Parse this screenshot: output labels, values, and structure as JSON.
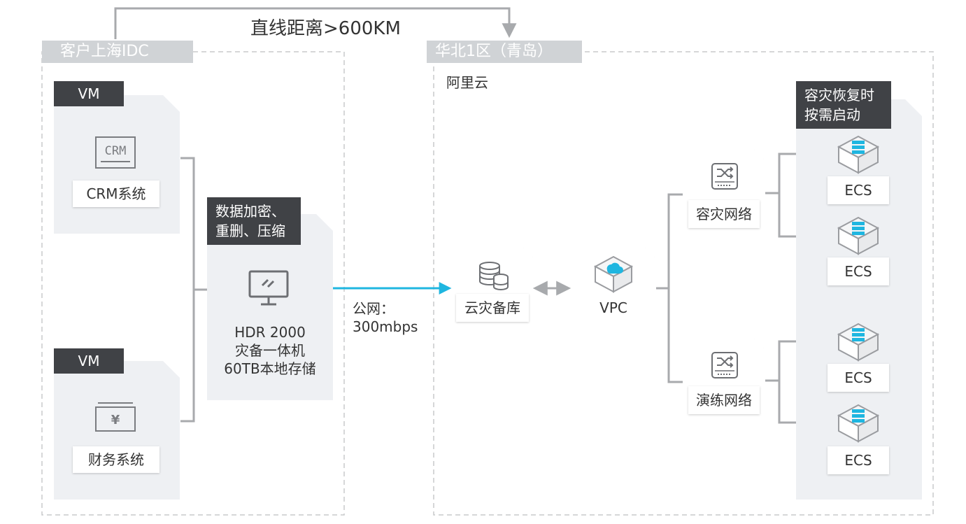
{
  "top_link": {
    "distance_label": "直线距离>600KM"
  },
  "zones": {
    "customer": {
      "title": "客户上海IDC"
    },
    "cloud": {
      "title": "华北1区（青岛）",
      "provider": "阿里云"
    }
  },
  "customer_vms": [
    {
      "tag": "VM",
      "icon_text": "CRM",
      "label": "CRM系统"
    },
    {
      "tag": "VM",
      "icon_text": "¥",
      "label": "财务系统"
    }
  ],
  "appliance": {
    "tag_line1": "数据加密、",
    "tag_line2": "重删、压缩",
    "line1": "HDR 2000",
    "line2": "灾备一体机",
    "line3": "60TB本地存储"
  },
  "link": {
    "line1": "公网：",
    "line2": "300mbps"
  },
  "cloud_nodes": {
    "backup_db": {
      "label": "云灾备库"
    },
    "vpc": {
      "label": "VPC"
    },
    "dr_network": {
      "label": "容灾网络"
    },
    "drill_network": {
      "label": "演练网络"
    }
  },
  "ecs_panel": {
    "tag_line1": "容灾恢复时",
    "tag_line2": "按需启动"
  },
  "ecs": [
    {
      "label": "ECS"
    },
    {
      "label": "ECS"
    },
    {
      "label": "ECS"
    },
    {
      "label": "ECS"
    }
  ],
  "colors": {
    "accent": "#1fb6e0",
    "connector": "#a8aaad",
    "dark_tag": "#404246",
    "panel": "#eef0f3",
    "zone_title": "#d0d3d6"
  }
}
